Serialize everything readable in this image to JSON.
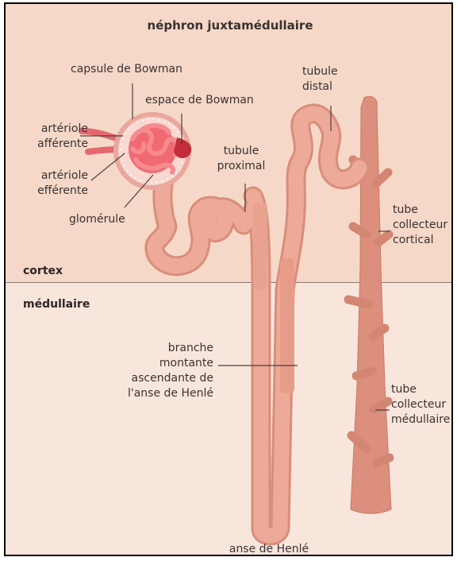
{
  "title": "néphron juxtamédullaire",
  "zones": {
    "cortex": "cortex",
    "medulla": "médullaire"
  },
  "labels": {
    "bowman_capsule": "capsule de Bowman",
    "bowman_space": "espace de Bowman",
    "afferent_arteriole": "artériole\nafférente",
    "efferent_arteriole": "artériole\nefférente",
    "glomerulus": "glomérule",
    "proximal_tubule": "tubule\nproximal",
    "distal_tubule": "tubule\ndistal",
    "cortical_collecting_duct": "tube\ncollecteur\ncortical",
    "medullary_collecting_duct": "tube\ncollecteur\nmédullaire",
    "ascending_limb": "branche\nmontante\nascendante de\nl'anse de Henlé",
    "loop_of_henle": "anse de Henlé"
  },
  "colors": {
    "tubule": "#eeaa98",
    "tubule_edge": "#d98d7b",
    "collecting_duct": "#dc8f7c",
    "glomerulus": "#ec5e66",
    "capsule": "#f1b0a8",
    "leader_line": "#4a4040"
  }
}
